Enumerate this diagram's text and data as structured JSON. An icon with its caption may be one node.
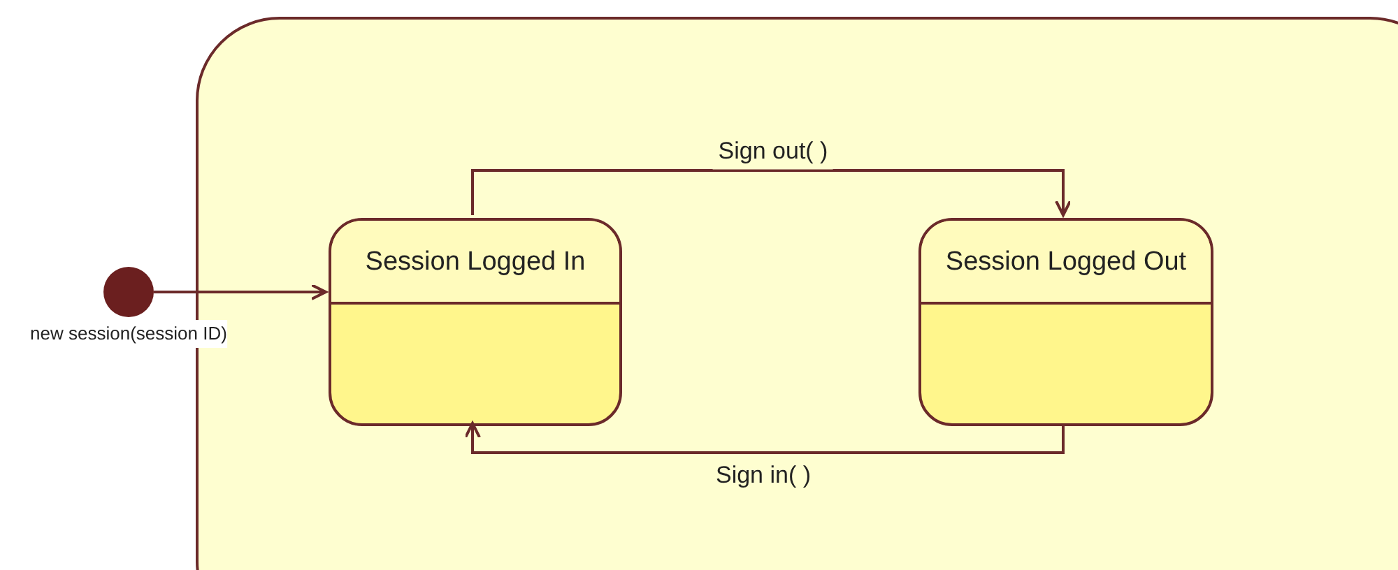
{
  "diagram": {
    "nodes": [
      {
        "text": [],
        "shape": "box"
      },
      {
        "text": [],
        "shape": "circle",
        "beside": [
          "new session(session ID)"
        ]
      },
      {
        "text": [
          "Session Logged In"
        ],
        "in": 0
      },
      {
        "text": [
          "Session Logged Out"
        ],
        "in": 0
      }
    ],
    "edges": [
      {
        "from": 1,
        "to": 2,
        "arrow": "to"
      },
      {
        "from": 2,
        "to": 3,
        "arrow": "to",
        "label": "Sign out( )"
      },
      {
        "from": 3,
        "to": 2,
        "arrow": "to",
        "label": "Sign in( )"
      }
    ]
  }
}
